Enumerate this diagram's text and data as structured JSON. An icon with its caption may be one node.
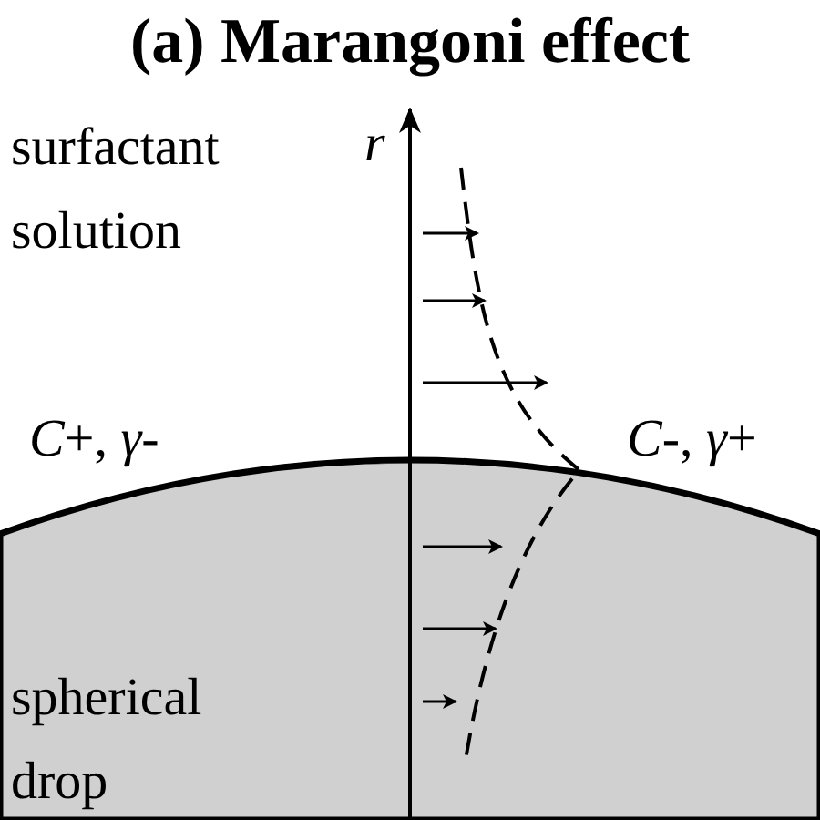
{
  "diagram": {
    "title": "(a) Marangoni effect",
    "labels": [
      "surfactant solution",
      "r",
      "*C*+, *γ*-",
      "*C*-, *γ*+",
      "spherical drop"
    ]
  }
}
